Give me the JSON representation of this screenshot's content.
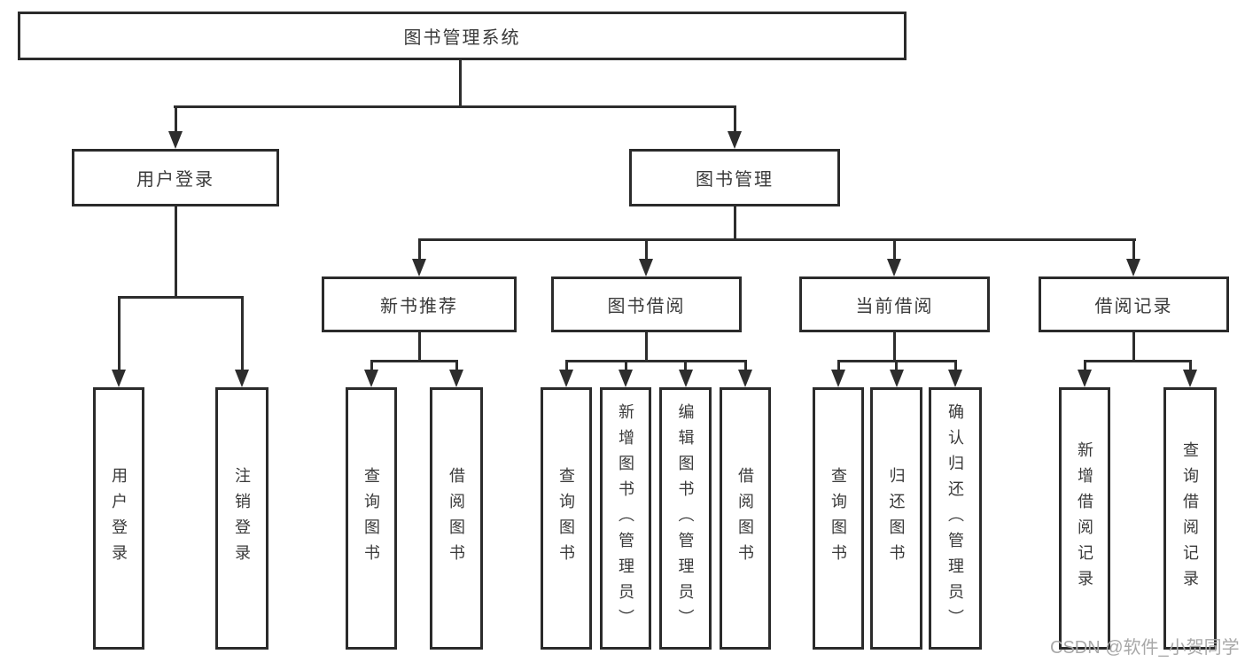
{
  "diagram_title": "图书管理系统",
  "colors": {
    "line": "#2d2d2d",
    "node_border": "#2b2b2b",
    "node_text": "#3a3a3a",
    "background": "#ffffff",
    "watermark_text_color": "#a8a8a8"
  },
  "nodes": {
    "root": {
      "label": "图书管理系统"
    },
    "user_login": {
      "label": "用户登录"
    },
    "book_mgmt": {
      "label": "图书管理"
    },
    "new_book_rec": {
      "label": "新书推荐"
    },
    "book_borrow": {
      "label": "图书借阅"
    },
    "current_borrow": {
      "label": "当前借阅"
    },
    "borrow_records": {
      "label": "借阅记录"
    },
    "leaf_user_login": {
      "label": "用户登录"
    },
    "leaf_logout_login": {
      "label": "注销登录"
    },
    "leaf_query_books_recommend": {
      "label": "查询图书"
    },
    "leaf_borrow_books_recommend": {
      "label": "借阅图书"
    },
    "leaf_query_books_borrow": {
      "label": "查询图书"
    },
    "leaf_add_books_admin": {
      "label": "新增图书（管理员）"
    },
    "leaf_edit_books_admin": {
      "label": "编辑图书（管理员）"
    },
    "leaf_borrow_books": {
      "label": "借阅图书"
    },
    "leaf_query_books_current": {
      "label": "查询图书"
    },
    "leaf_return_books": {
      "label": "归还图书"
    },
    "leaf_confirm_return_admin": {
      "label": "确认归还（管理员）"
    },
    "leaf_add_borrow_record": {
      "label": "新增借阅记录"
    },
    "leaf_query_borrow_record": {
      "label": "查询借阅记录"
    }
  },
  "hierarchy": {
    "root": "图书管理系统",
    "children": [
      {
        "label": "用户登录",
        "children": [
          "用户登录",
          "注销登录"
        ]
      },
      {
        "label": "图书管理",
        "children": [
          {
            "label": "新书推荐",
            "children": [
              "查询图书",
              "借阅图书"
            ]
          },
          {
            "label": "图书借阅",
            "children": [
              "查询图书",
              "新增图书（管理员）",
              "编辑图书（管理员）",
              "借阅图书"
            ]
          },
          {
            "label": "当前借阅",
            "children": [
              "查询图书",
              "归还图书",
              "确认归还（管理员）"
            ]
          },
          {
            "label": "借阅记录",
            "children": [
              "新增借阅记录",
              "查询借阅记录"
            ]
          }
        ]
      }
    ]
  },
  "watermark": {
    "text": "CSDN @软件_小贺同学"
  }
}
